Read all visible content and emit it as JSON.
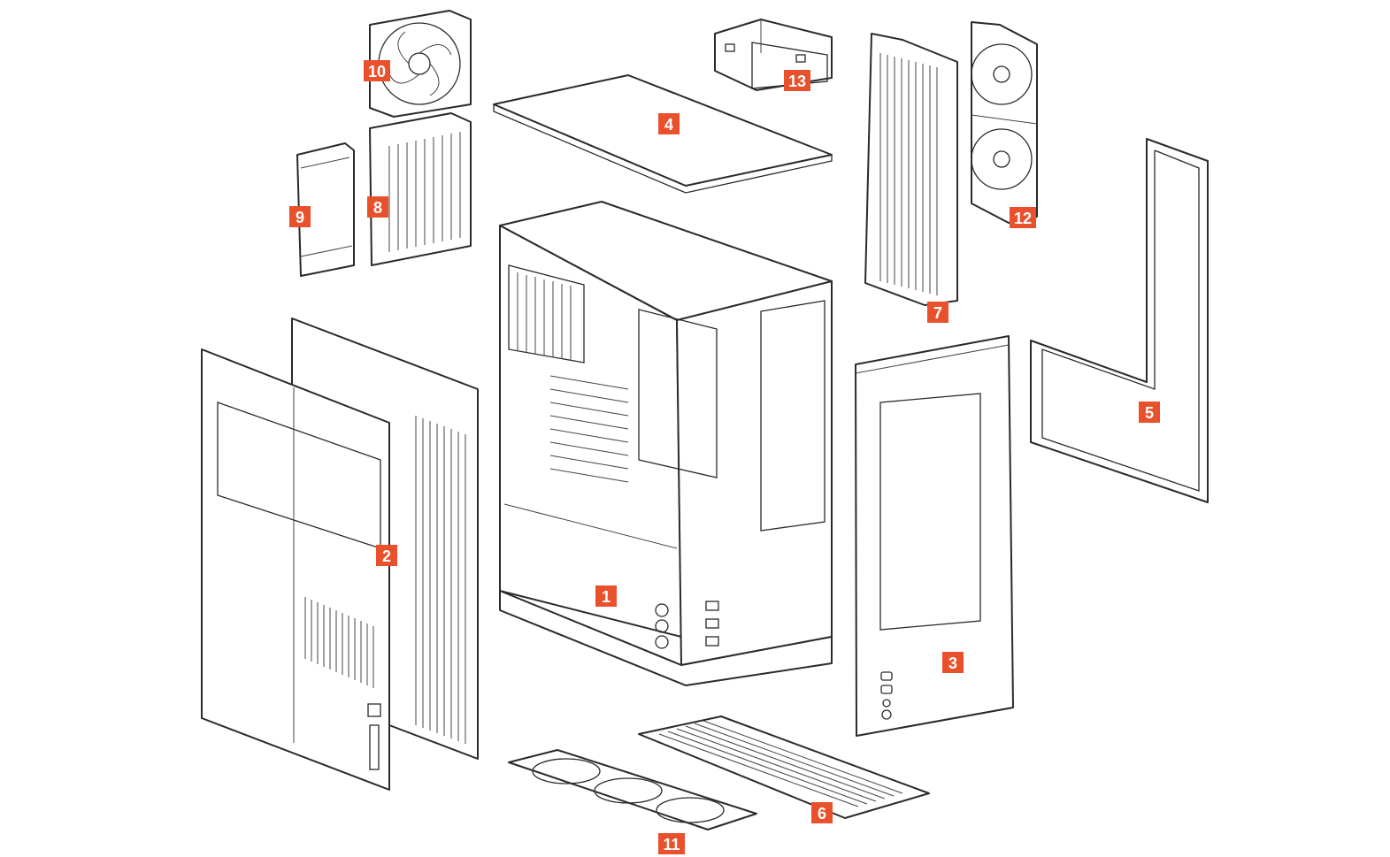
{
  "accent_color": "#e8512b",
  "parts": [
    {
      "id": "1",
      "name": "chassis"
    },
    {
      "id": "2",
      "name": "left-side-panel"
    },
    {
      "id": "3",
      "name": "front-panel"
    },
    {
      "id": "4",
      "name": "top-panel"
    },
    {
      "id": "5",
      "name": "right-side-panel"
    },
    {
      "id": "6",
      "name": "bottom-cover"
    },
    {
      "id": "7",
      "name": "side-radiator-bracket"
    },
    {
      "id": "8",
      "name": "rear-fan-cover"
    },
    {
      "id": "9",
      "name": "rear-cover-plate"
    },
    {
      "id": "10",
      "name": "rear-fan"
    },
    {
      "id": "11",
      "name": "bottom-fan-tray"
    },
    {
      "id": "12",
      "name": "side-fans"
    },
    {
      "id": "13",
      "name": "drive-cage"
    }
  ]
}
